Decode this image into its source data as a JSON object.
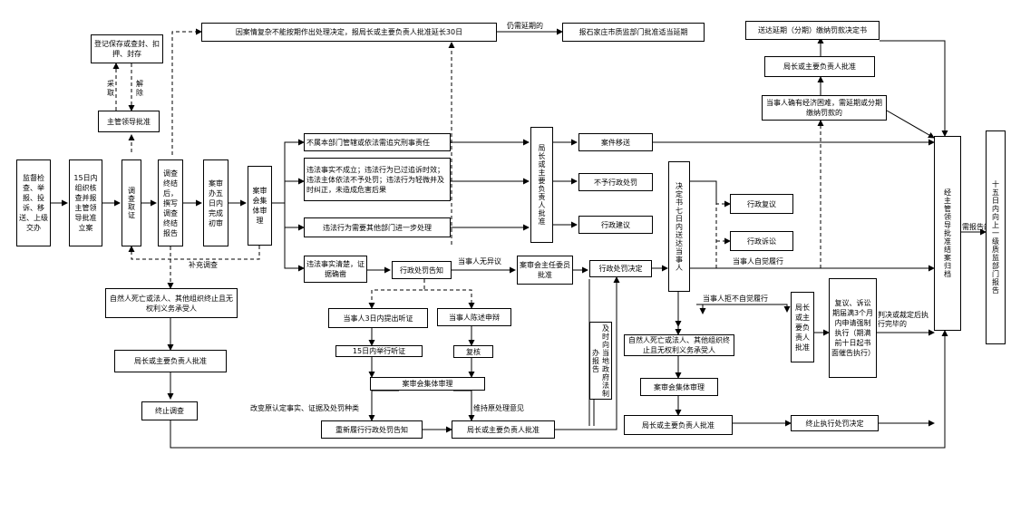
{
  "boxes": {
    "b01": "监督检查、举报、投诉、移送、上级交办",
    "b02": "15日内组织核查并报主管领导批准立案",
    "b03": "调查取证",
    "b04": "调查终结后，撰写调查终结报告",
    "b05": "案审办五日内完成初审",
    "b06": "案审会集体审理",
    "b07": "主管领导批准",
    "b08": "登记保存或查封、扣押、封存",
    "b09": "因案情复杂不能按期作出处理决定，报局长或主要负责人批准延长30日",
    "b10": "报石家庄市质监部门批准适当延期",
    "b11": "不属本部门管辖或依法需追究刑事责任",
    "b12": "违法事实不成立；违法行为已过追诉时效；违法主体依法不予处罚；违法行为轻微并及时纠正，未造成危害后果",
    "b13": "违法行为需要其他部门进一步处理",
    "b14": "违法事实清楚，证据确凿",
    "b15": "局长或主要负责人批准",
    "b16": "案件移送",
    "b17": "不予行政处罚",
    "b18": "行政建议",
    "b19": "行政处罚告知",
    "b20": "案审会主任委员批准",
    "b21": "行政处罚决定",
    "b22": "决定书七日内送达当事人",
    "b23": "当事人3日内提出听证",
    "b24": "当事人陈述申辩",
    "b25": "15日内举行听证",
    "b26": "复核",
    "b27": "案审会集体审理",
    "b28": "重新履行行政处罚告知",
    "b29": "局长或主要负责人批准",
    "b30": "自然人死亡或法人、其他组织终止且无权利义务承受人",
    "b31": "局长或主要负责人批准",
    "b32": "终止调查",
    "b33": "及时向当地政府法制办报告",
    "b34": "自然人死亡或法人、其他组织终止且无权利义务承受人",
    "b35": "案审会集体审理",
    "b36": "局长或主要负责人批准",
    "b37": "终止执行处罚决定",
    "b38": "行政复议",
    "b39": "行政诉讼",
    "b40": "局长或主要负责人批准",
    "b41": "复议、诉讼期届满3个月内申请强制执行（期满前十日起书面催告执行）",
    "b42": "当事人确有经济困难，需延期或分期缴纳罚款的",
    "b43": "局长或主要负责人批准",
    "b44": "送达延期（分期）缴纳罚款决定书",
    "b45": "经主管领导批准结案归档",
    "b46": "十五日内向上一级质监部门报告"
  },
  "labels": {
    "l_adopt": "采取",
    "l_release": "解除",
    "l_supplement": "补充调查",
    "l_delay": "仍需延期的",
    "l_no_objection": "当事人无异议",
    "l_voluntary": "当事人自觉履行",
    "l_refuse": "当事人拒不自觉履行",
    "l_change": "改变原认定事实、证据及处罚种类",
    "l_keep": "维持原处理意见",
    "l_after": "判决或裁定后执行完毕的",
    "l_report": "需报告的"
  }
}
